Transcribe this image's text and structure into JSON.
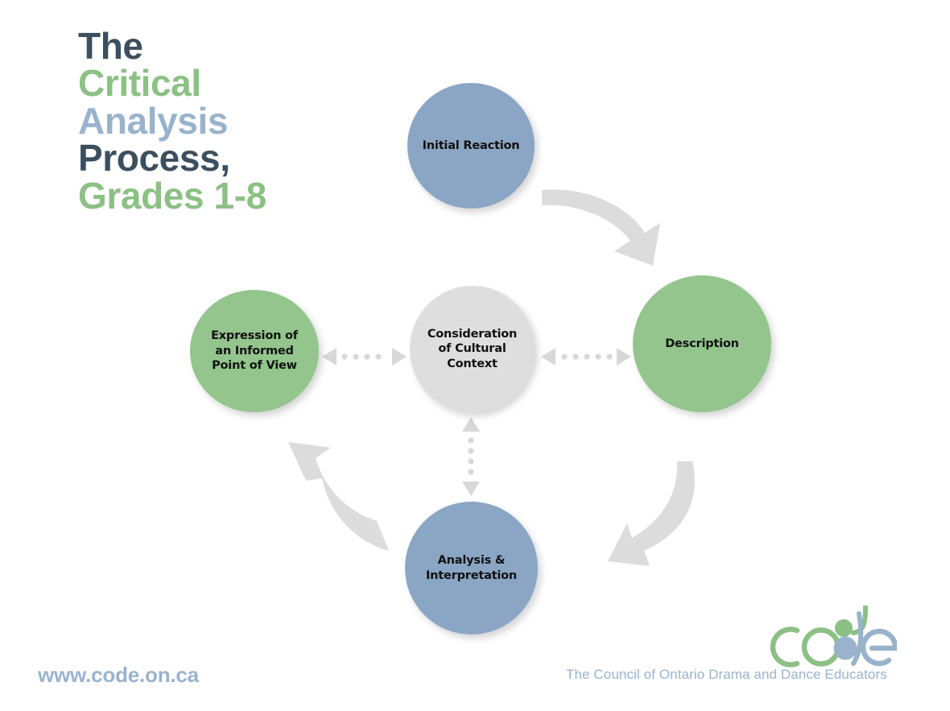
{
  "title": {
    "lines": [
      {
        "text": "The",
        "color": "#3c4f5e"
      },
      {
        "text": "Critical",
        "color": "#8cc084"
      },
      {
        "text": "Analysis",
        "color": "#9ab3cc"
      },
      {
        "text": "Process,",
        "color": "#3c4f5e"
      },
      {
        "text": "Grades 1-8",
        "color": "#8cc084"
      }
    ]
  },
  "diagram": {
    "nodes": {
      "initial_reaction": "Initial Reaction",
      "description": "Description",
      "analysis_interpretation": "Analysis &\nInterpretation",
      "expression": "Expression of\nan Informed\nPoint of View",
      "center": "Consideration\nof Cultural\nContext"
    },
    "colors": {
      "blue_circle": "#8ba6c4",
      "green_circle": "#93c58d",
      "center_circle": "#dedede",
      "arrow": "#dcdcdc",
      "dotted_arrow": "#d8d8d8"
    },
    "arrows": {
      "initial_to_description": "curved-arrow-down-right",
      "description_to_analysis": "curved-arrow-down-left",
      "analysis_to_expression": "curved-arrow-up-left",
      "center_to_expression": "dotted-double-arrow-horizontal",
      "center_to_description": "dotted-double-arrow-horizontal",
      "center_to_analysis": "dotted-double-arrow-vertical"
    }
  },
  "footer": {
    "url": "www.code.on.ca",
    "tagline": "The Council of Ontario Drama and Dance Educators",
    "logo_text": "code",
    "logo_colors": {
      "green": "#8cc084",
      "blue": "#9ab3cc"
    }
  }
}
